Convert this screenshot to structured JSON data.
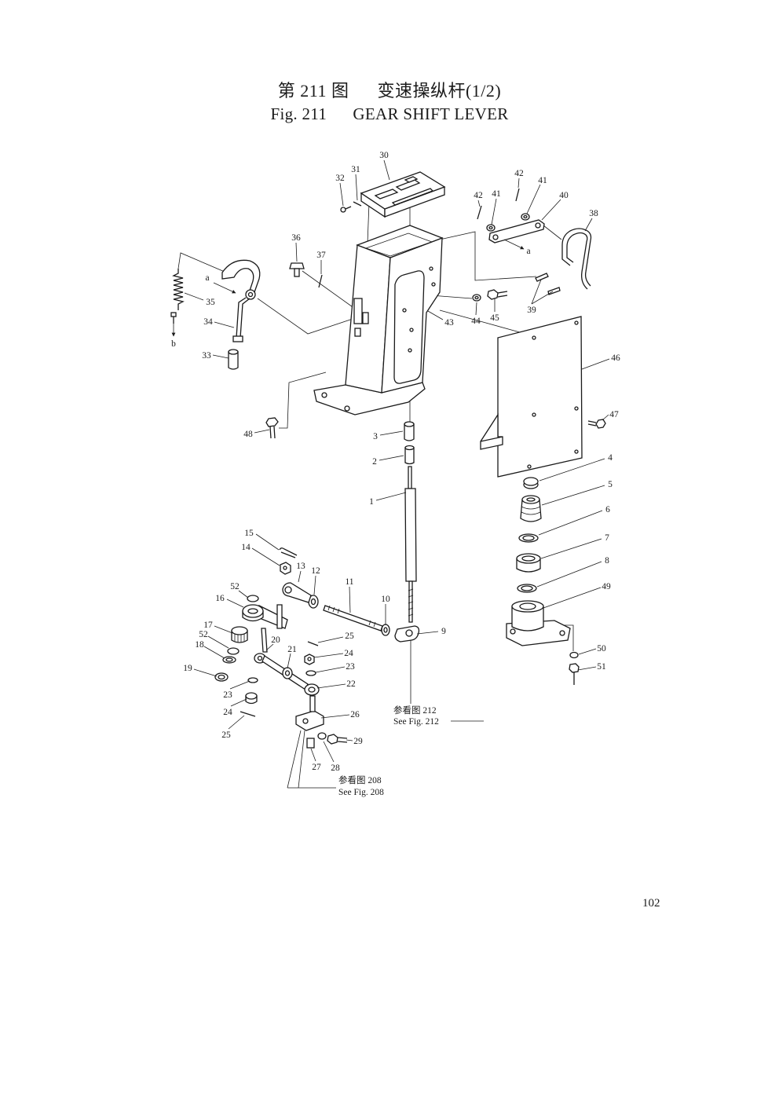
{
  "figure": {
    "title_cn": "第 211 图      变速操纵杆(1/2)",
    "title_en": "Fig. 211      GEAR SHIFT LEVER"
  },
  "page_number": "102",
  "callouts": [
    "30",
    "31",
    "32",
    "42",
    "41",
    "42",
    "41",
    "40",
    "38",
    "36",
    "37",
    "a",
    "35",
    "34",
    "b",
    "33",
    "43",
    "44",
    "45",
    "a",
    "39",
    "46",
    "47",
    "48",
    "3",
    "2",
    "1",
    "4",
    "5",
    "6",
    "7",
    "8",
    "49",
    "15",
    "14",
    "13",
    "12",
    "11",
    "52",
    "16",
    "10",
    "9",
    "17",
    "52",
    "25",
    "20",
    "18",
    "21",
    "24",
    "23",
    "19",
    "50",
    "51",
    "22",
    "23",
    "24",
    "26",
    "25",
    "29",
    "27",
    "28"
  ],
  "references": {
    "fig212_cn": "参看图 212",
    "fig212_en": "See Fig. 212",
    "fig208_cn": "参看图 208",
    "fig208_en": "See Fig. 208"
  },
  "colors": {
    "ink": "#1a1a1a",
    "paper": "#ffffff"
  }
}
